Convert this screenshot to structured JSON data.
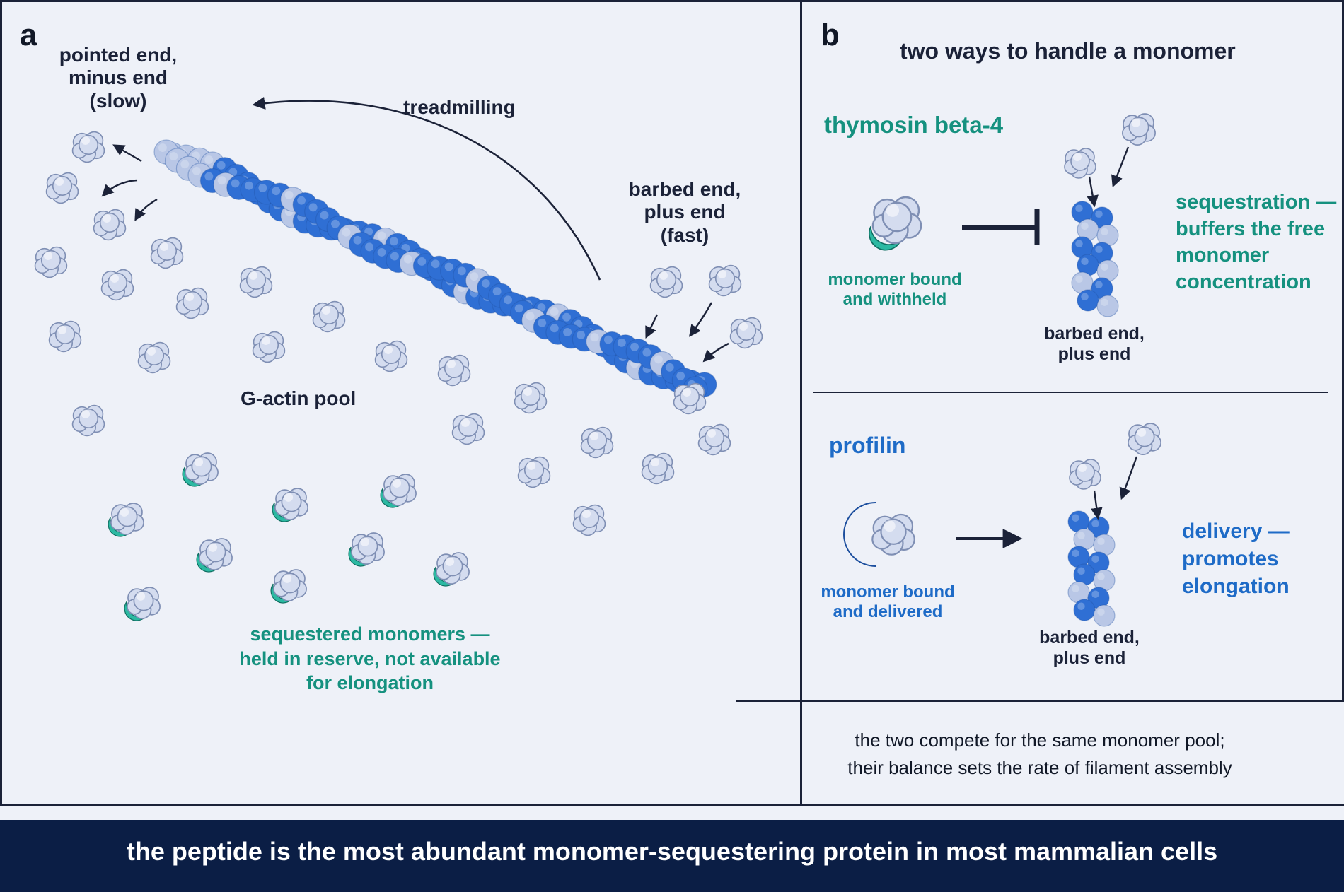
{
  "panel_a": {
    "letter": "a",
    "pointed_end": [
      "pointed end,",
      "minus end",
      "(slow)"
    ],
    "treadmilling": "treadmilling",
    "barbed_end": [
      "barbed end,",
      "plus end",
      "(fast)"
    ],
    "pool_label": "G-actin pool",
    "sequestered": [
      "sequestered monomers —",
      "held in reserve, not available",
      "for elongation"
    ]
  },
  "panel_b": {
    "letter": "b",
    "title": "two ways to handle a monomer",
    "thymosin": {
      "name": "thymosin beta-4",
      "monomer_caption": [
        "monomer bound",
        "and withheld"
      ],
      "end_caption": [
        "barbed end,",
        "plus end"
      ],
      "effect": [
        "sequestration —",
        "buffers the free",
        "monomer",
        "concentration"
      ]
    },
    "profilin": {
      "name": "profilin",
      "monomer_caption": [
        "monomer bound",
        "and delivered"
      ],
      "end_caption": [
        "barbed end,",
        "plus end"
      ],
      "effect": [
        "delivery —",
        "promotes",
        "elongation"
      ]
    },
    "summary": [
      "the two compete for the same monomer  pool;",
      "their balance sets the rate of filament assembly"
    ]
  },
  "banner": "the peptide is the most abundant monomer-sequestering protein in most mammalian cells",
  "colors": {
    "background": "#eef1f8",
    "filament_dark": "#2f6fd4",
    "filament_light": "#b9c7e6",
    "monomer": "#d4dcef",
    "thymosin": "#2cb9a2",
    "profilin": "#3f85e3",
    "banner": "#0b1e45"
  }
}
